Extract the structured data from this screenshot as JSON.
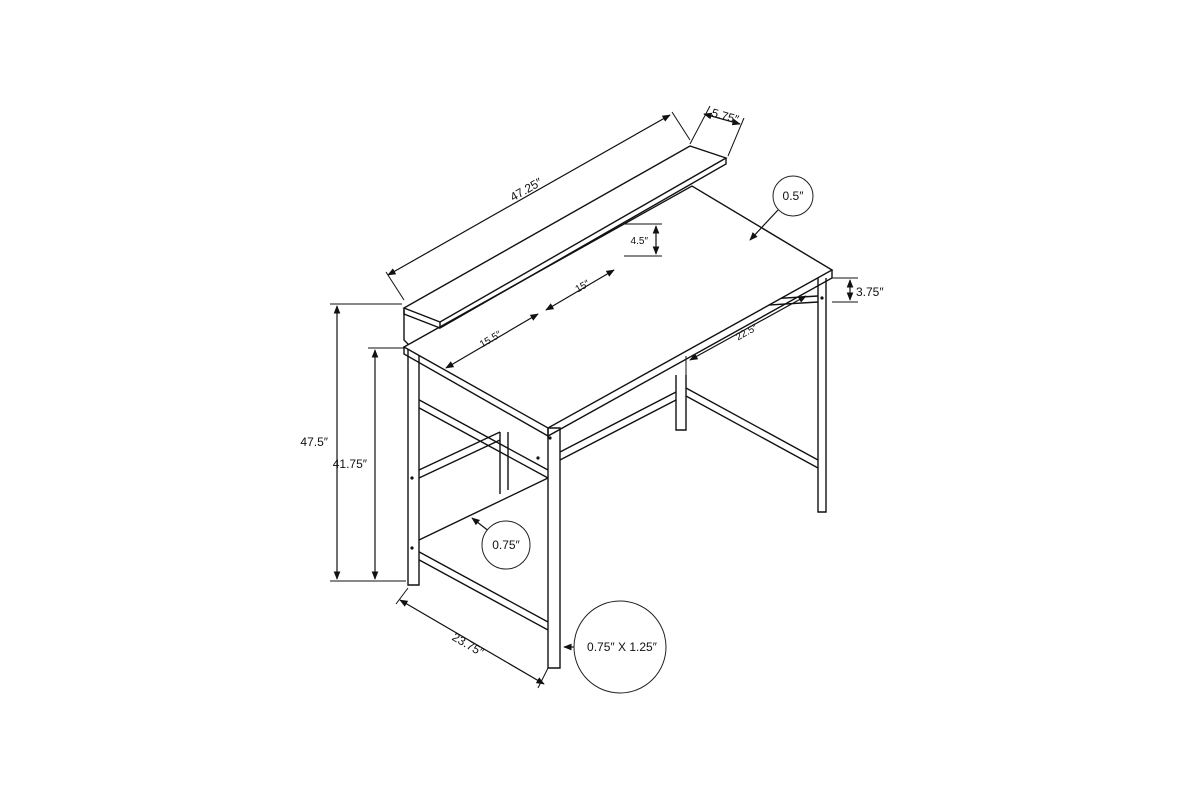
{
  "dimensions": {
    "shelf_length": "47.25″",
    "shelf_depth": "5.75″",
    "riser_height": "4.5″",
    "riser_spacing": "15″",
    "side_offset": "15.5″",
    "inner_span": "22.5″",
    "apron_height": "3.75″",
    "total_height": "47.5″",
    "desk_height": "41.75″",
    "depth": "23.75″"
  },
  "callouts": {
    "top_thickness": "0.5″",
    "bar_diameter": "0.75″",
    "leg_profile": "0.75″ X 1.25″"
  }
}
